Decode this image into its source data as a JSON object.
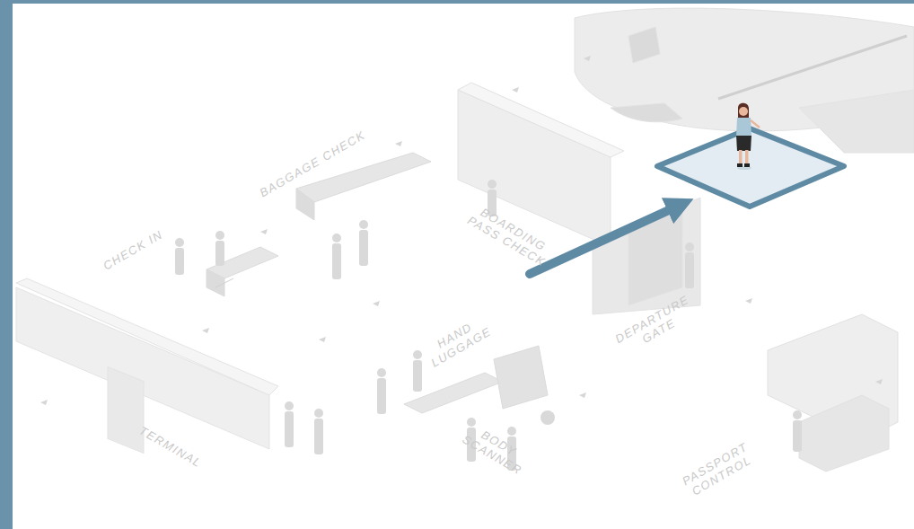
{
  "diagram": {
    "labels": [
      "CHECK IN",
      "BAGGAGE CHECK",
      "BOARDING PASS CHECK",
      "HAND LUGGAGE",
      "DEPARTURE GATE",
      "TERMINAL",
      "BODY SCANNER",
      "PASSPORT CONTROL"
    ]
  }
}
